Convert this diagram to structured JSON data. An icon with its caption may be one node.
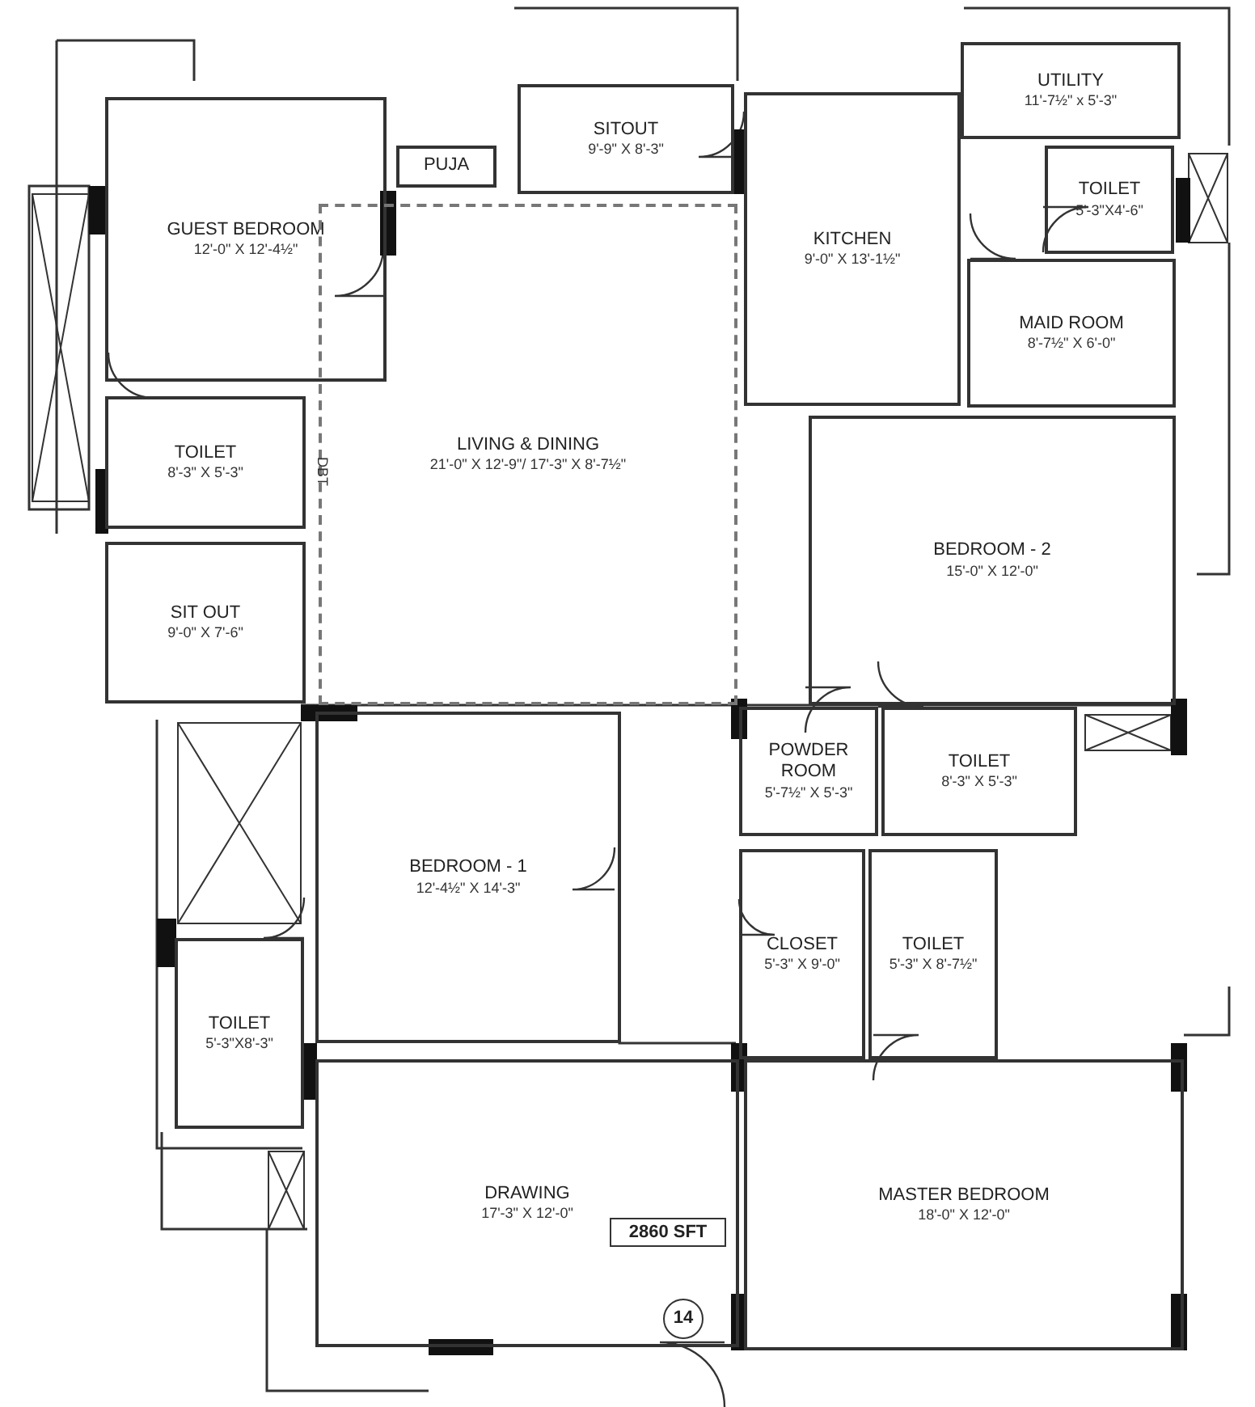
{
  "diagram": {
    "nodes": [
      {
        "text": [
          "SITOUT",
          "9'-9\" X 8'-3\""
        ]
      },
      {
        "text": [
          "PUJA"
        ]
      },
      {
        "text": [
          "UTILITY",
          "11'-7½\" x 5'-3\""
        ]
      },
      {
        "text": [
          "GUEST BEDROOM",
          "12'-0\" X 12'-4½\""
        ]
      },
      {
        "text": [
          "KITCHEN",
          "9'-0\" X 13'-1½\""
        ]
      },
      {
        "text": [
          "TOILET",
          "5'-3\"X4'-6\""
        ]
      },
      {
        "text": [
          "MAID ROOM",
          "8'-7½\" X 6'-0\""
        ]
      },
      {
        "text": [
          "LIVING & DINING",
          "21'-0\" X 12'-9\"/ 17'-3\" X 8'-7½\""
        ]
      },
      {
        "text": [
          "TOILET",
          "8'-3\" X 5'-3\""
        ]
      },
      {
        "text": [
          "SIT OUT",
          "9'-0\" X 7'-6\""
        ]
      },
      {
        "text": [
          "BEDROOM - 2",
          "15'-0\" X 12'-0\""
        ]
      },
      {
        "text": [
          "POWDER ROOM",
          "5'-7½\" X 5'-3\""
        ]
      },
      {
        "text": [
          "TOILET",
          "8'-3\" X 5'-3\""
        ]
      },
      {
        "text": [
          "BEDROOM - 1",
          "12'-4½\" X 14'-3\""
        ]
      },
      {
        "text": [
          "CLOSET",
          "5'-3\" X 9'-0\""
        ]
      },
      {
        "text": [
          "TOILET",
          "5'-3\" X 8'-7½\""
        ]
      },
      {
        "text": [
          "TOILET",
          "5'-3\"X8'-3\""
        ]
      },
      {
        "text": [
          "DRAWING",
          "17'-3\" X 12'-0\""
        ]
      },
      {
        "text": [
          "MASTER BEDROOM",
          "18'-0\" X 12'-0\""
        ]
      },
      {
        "text": [
          "2860 SFT"
        ],
        "in": 17
      },
      {
        "text": [
          "14"
        ],
        "in": 17
      }
    ],
    "labels": [
      "DBT"
    ]
  }
}
